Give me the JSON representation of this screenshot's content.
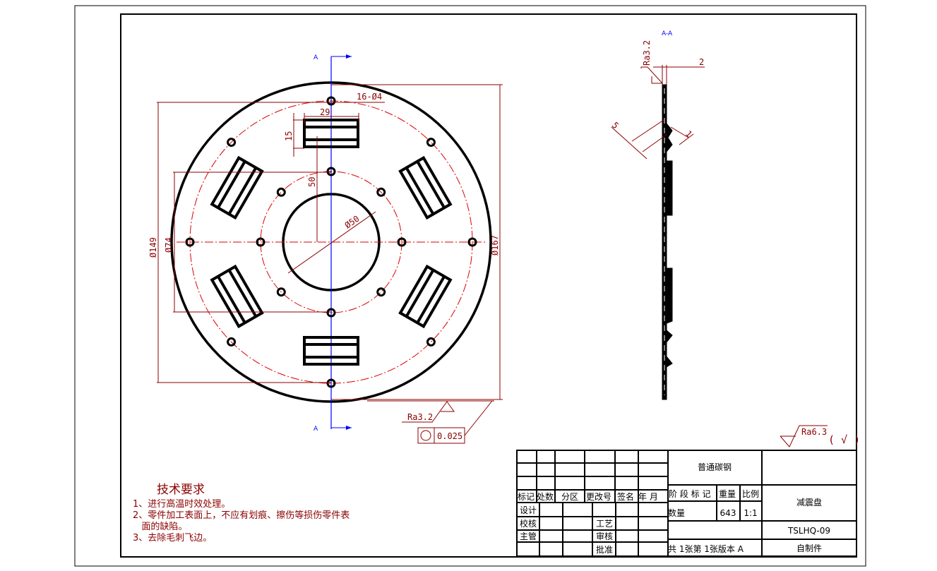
{
  "drawing": {
    "section_label_top": "A",
    "section_label_bottom": "A",
    "section_view_title": "A-A",
    "dimensions": {
      "holes": "16-Ø4",
      "slot_width": "29",
      "slot_height": "15",
      "radius_50": "50",
      "center_dia": "Ø50",
      "dia_149": "Ø149",
      "dia_74": "Ø74",
      "dia_167": "Ø167",
      "thickness": "2",
      "side_5": "5",
      "side_1": "1"
    },
    "roughness_main": "Ra3.2",
    "roughness_side": "Ra3.2",
    "roughness_general": "Ra6.3",
    "roughness_general_suffix": "( √ )",
    "tolerance_value": "0.025"
  },
  "requirements": {
    "title": "技术要求",
    "items": [
      "1、进行高温时效处理。",
      "2、零件加工表面上，不应有划痕、擦伤等损伤零件表",
      "   面的缺陷。",
      "3、去除毛刺飞边。"
    ]
  },
  "title_block": {
    "headers": [
      "标记",
      "处数",
      "分区",
      "更改号",
      "签名",
      "年 月"
    ],
    "design": "设计",
    "check": "校核",
    "supervisor": "主管",
    "process": "工艺",
    "review": "审核",
    "approve": "批准",
    "material": "普通碳钢",
    "stage_mark": "阶 段 标 记",
    "weight_label": "重量",
    "scale_label": "比例",
    "quantity_label": "数量",
    "weight": "643",
    "scale": "1:1",
    "sheets": "共 1张第 1张版本 A",
    "part_name": "减震盘",
    "drawing_no": "TSLHQ-09",
    "source": "自制件"
  }
}
